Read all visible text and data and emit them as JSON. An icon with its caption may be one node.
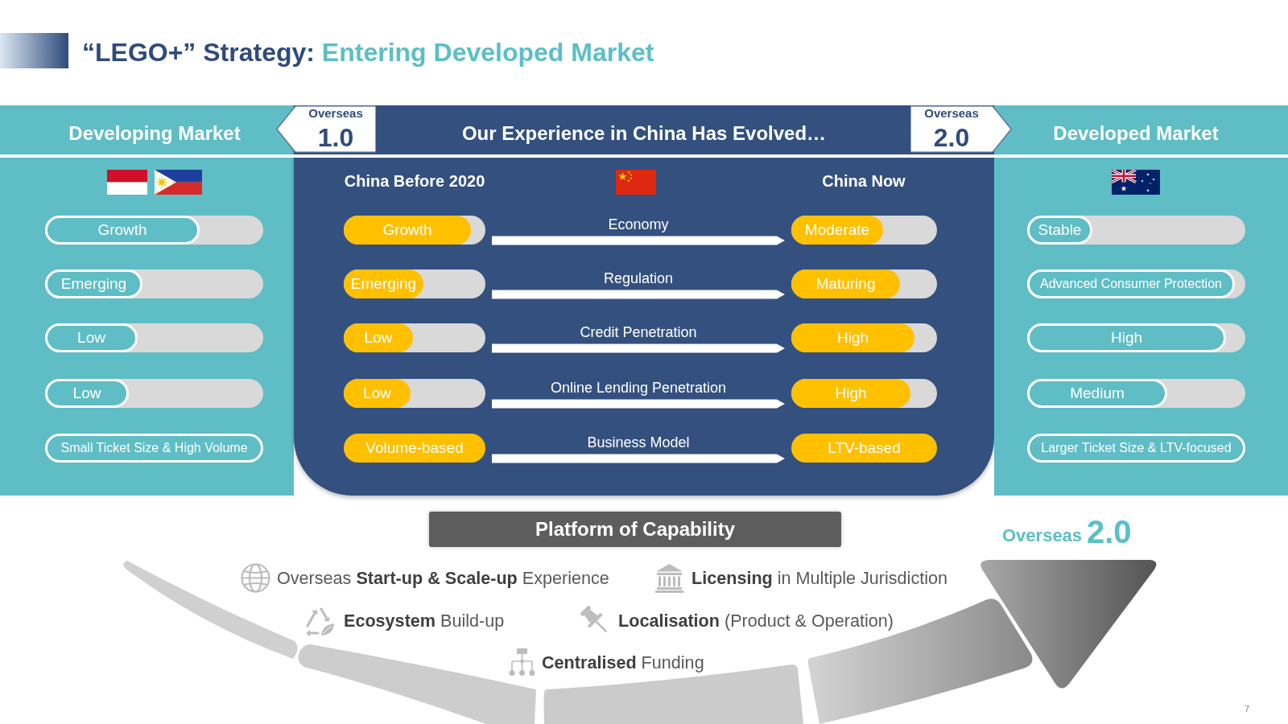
{
  "diagram": {
    "title": "“LEGO+” Strategy: Entering Developed Market",
    "nodes": [
      {
        "text": [
          "Developing Market"
        ]
      },
      {
        "text": [
          "Overseas",
          "1.0"
        ]
      },
      {
        "text": [
          "Our Experience in China Has Evolved…",
          "China Before 2020",
          "China Now"
        ]
      },
      {
        "text": [
          "Overseas",
          "2.0"
        ]
      },
      {
        "text": [
          "Developed Market"
        ]
      },
      {
        "text": [
          "Growth"
        ],
        "in": 0
      },
      {
        "text": [
          "Emerging"
        ],
        "in": 0
      },
      {
        "text": [
          "Low"
        ],
        "in": 0
      },
      {
        "text": [
          "Low"
        ],
        "in": 0
      },
      {
        "text": [
          "Small Ticket Size & High Volume"
        ],
        "in": 0
      },
      {
        "text": [
          "Growth"
        ],
        "in": 2
      },
      {
        "text": [
          "Emerging"
        ],
        "in": 2
      },
      {
        "text": [
          "Low"
        ],
        "in": 2
      },
      {
        "text": [
          "Low"
        ],
        "in": 2
      },
      {
        "text": [
          "Volume-based"
        ],
        "in": 2
      },
      {
        "text": [
          "Moderate"
        ],
        "in": 2
      },
      {
        "text": [
          "Maturing"
        ],
        "in": 2
      },
      {
        "text": [
          "High"
        ],
        "in": 2
      },
      {
        "text": [
          "High"
        ],
        "in": 2
      },
      {
        "text": [
          "LTV-based"
        ],
        "in": 2
      },
      {
        "text": [
          "Stable"
        ],
        "in": 4
      },
      {
        "text": [
          "Advanced Consumer Protection"
        ],
        "in": 4
      },
      {
        "text": [
          "High"
        ],
        "in": 4
      },
      {
        "text": [
          "Medium"
        ],
        "in": 4
      },
      {
        "text": [
          "Larger Ticket Size & LTV-focused"
        ],
        "in": 4
      },
      {
        "text": [
          "Platform of Capability"
        ]
      }
    ],
    "edges": [
      {
        "from": 10,
        "to": 15,
        "arrow": "to",
        "label": "Economy"
      },
      {
        "from": 11,
        "to": 16,
        "arrow": "to",
        "label": "Regulation"
      },
      {
        "from": 12,
        "to": 17,
        "arrow": "to",
        "label": "Credit Penetration"
      },
      {
        "from": 13,
        "to": 18,
        "arrow": "to",
        "label": "Online Lending Penetration"
      },
      {
        "from": 14,
        "to": 19,
        "arrow": "to",
        "label": "Business Model"
      }
    ],
    "labels": [
      "Overseas",
      "2.0",
      "Overseas **Start-up & Scale-up** Experience",
      "**Licensing** in Multiple Jurisdiction",
      "**Ecosystem** Build-up",
      "**Localisation** (Product & Operation)",
      "**Centralised** Funding",
      "7"
    ]
  }
}
